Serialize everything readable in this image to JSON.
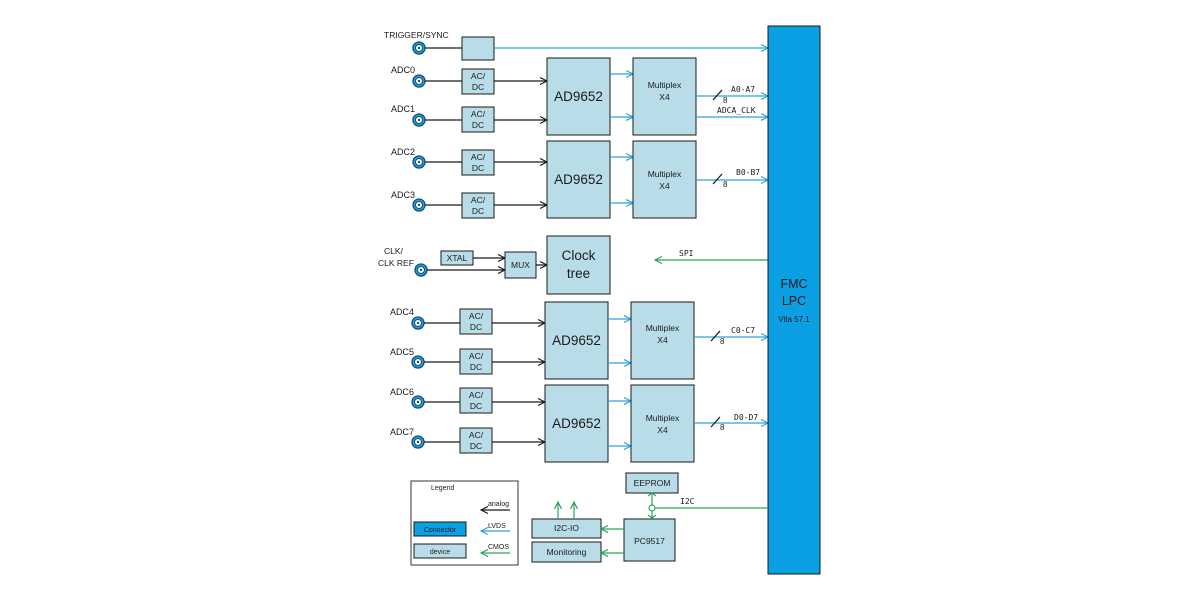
{
  "inputs": {
    "trigger": "TRIGGER/SYNC",
    "adc0": "ADC0",
    "adc1": "ADC1",
    "adc2": "ADC2",
    "adc3": "ADC3",
    "clk_line1": "CLK/",
    "clk_line2": "CLK REF",
    "adc4": "ADC4",
    "adc5": "ADC5",
    "adc6": "ADC6",
    "adc7": "ADC7"
  },
  "blocks": {
    "acdc_line1": "AC/",
    "acdc_line2": "DC",
    "adc_chip": "AD9652",
    "mux_line1": "Multiplex",
    "mux_line2": "X4",
    "xtal": "XTAL",
    "mux": "MUX",
    "clock_line1": "Clock",
    "clock_line2": "tree",
    "eeprom": "EEPROM",
    "i2c_io": "I2C-IO",
    "pc9517": "PC9517",
    "monitoring": "Monitoring"
  },
  "fmc": {
    "line1": "FMC",
    "line2": "LPC",
    "line3": "Vita 57.1"
  },
  "buses": {
    "a": "A0-A7",
    "adca_clk": "ADCA_CLK",
    "b": "B0-B7",
    "spi": "SPI",
    "c": "C0-C7",
    "d": "D0-D7",
    "i2c": "I2C",
    "width": "8"
  },
  "legend": {
    "title": "Legend",
    "analog": "analog",
    "lvds": "LVDS",
    "cmos": "CMOS",
    "connector": "Connector",
    "device": "device"
  },
  "colors": {
    "device_fill": "#b9dde8",
    "connector_fill": "#0aa0e3",
    "lvds": "#2aa3d9",
    "cmos": "#2aa35a",
    "analog": "#1a1a1a"
  }
}
